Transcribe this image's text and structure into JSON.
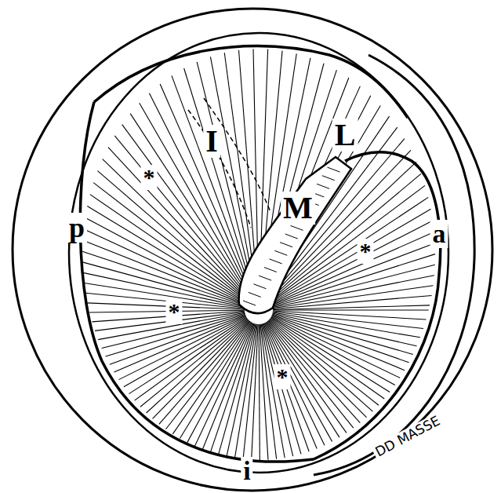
{
  "diagram": {
    "labels": [
      "I",
      "L",
      "M",
      "p",
      "a",
      "i",
      "*",
      "*",
      "*",
      "*",
      "DD MASSE"
    ]
  }
}
